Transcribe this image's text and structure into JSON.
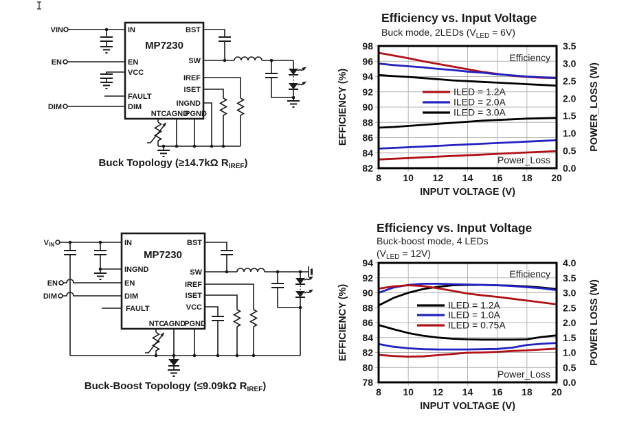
{
  "circuits": {
    "buck": {
      "ic_name": "MP7230",
      "pins_left": [
        "IN",
        "EN",
        "VCC",
        "FAULT",
        "DIM"
      ],
      "pins_right": [
        "BST",
        "SW",
        "IREF",
        "ISET",
        "INGND"
      ],
      "pins_bottom": [
        "NTC",
        "AGND",
        "PGND"
      ],
      "terminals": {
        "vin": "VIN",
        "en": "EN",
        "dim": "DIM"
      },
      "caption": {
        "pre": "Buck Topology (≥14.7kΩ R",
        "sub": "IREF",
        "post": ")"
      }
    },
    "buckboost": {
      "ic_name": "MP7230",
      "pins_left": [
        "IN",
        "INGND",
        "EN",
        "DIM",
        "FAULT"
      ],
      "pins_right": [
        "BST",
        "SW",
        "IREF",
        "ISET",
        "VCC"
      ],
      "pins_bottom": [
        "NTC",
        "AGND",
        "PGND"
      ],
      "terminals": {
        "vin_pre": "V",
        "vin_sub": "IN",
        "en": "EN",
        "dim": "DIM"
      },
      "caption": {
        "pre": "Buck-Boost Topology (≤9.09kΩ R",
        "sub": "IREF",
        "post": ")"
      }
    }
  },
  "chart_data": [
    {
      "type": "line",
      "title": "Efficiency vs. Input Voltage",
      "subtitle_parts": [
        [
          {
            "t": "Buck mode, 2LEDs (V"
          },
          {
            "t": "LED",
            "s": 1
          },
          {
            "t": " = 6V)"
          }
        ]
      ],
      "xlabel": "INPUT VOLTAGE (V)",
      "ylabel_left": "EFFICIENCY (%)",
      "ylabel_right": "POWER_LOSS (W)",
      "x_axis": {
        "min": 8,
        "max": 20,
        "ticks": [
          "8",
          "10",
          "12",
          "14",
          "16",
          "18",
          "20"
        ]
      },
      "y_left": {
        "min": 82,
        "max": 98,
        "ticks": [
          "98",
          "96",
          "94",
          "92",
          "90",
          "88",
          "86",
          "84",
          "82"
        ]
      },
      "y_right": {
        "min": 0,
        "max": 3.5,
        "ticks": [
          "3.5",
          "3.0",
          "2.5",
          "2.0",
          "1.5",
          "1.0",
          "0.5",
          "0.0"
        ]
      },
      "grid": true,
      "legend_position": "middle-left-inside",
      "legend": [
        {
          "label": "ILED = 1.2A",
          "color": "#b01116"
        },
        {
          "label": "ILED = 2.0A",
          "color": "#2222c2"
        },
        {
          "label": "ILED = 3.0A",
          "color": "#000000"
        }
      ],
      "plot_labels": {
        "efficiency": "Efficiency",
        "power_loss": "Power_Loss"
      },
      "x": [
        8,
        9,
        10,
        11,
        12,
        13,
        14,
        15,
        16,
        17,
        18,
        19,
        20
      ],
      "efficiency": {
        "axis": "left",
        "series": [
          {
            "name": "ILED = 1.2A",
            "color": "#b01116",
            "values": [
              97.1,
              96.75,
              96.4,
              96.0,
              95.65,
              95.3,
              94.95,
              94.6,
              94.35,
              94.1,
              93.95,
              93.85,
              93.8
            ]
          },
          {
            "name": "ILED = 2.0A",
            "color": "#2222c2",
            "values": [
              95.7,
              95.5,
              95.35,
              95.2,
              95.0,
              94.85,
              94.65,
              94.5,
              94.3,
              94.15,
              94.0,
              93.9,
              93.8
            ]
          },
          {
            "name": "ILED = 3.0A",
            "color": "#000000",
            "values": [
              94.2,
              94.05,
              93.95,
              93.8,
              93.65,
              93.5,
              93.4,
              93.3,
              93.2,
              93.1,
              93.0,
              92.9,
              92.8
            ]
          }
        ]
      },
      "power_loss": {
        "axis": "right",
        "series": [
          {
            "name": "ILED = 3.0A",
            "color": "#000000",
            "values": [
              1.16,
              1.18,
              1.21,
              1.24,
              1.27,
              1.3,
              1.33,
              1.36,
              1.38,
              1.4,
              1.42,
              1.43,
              1.44
            ]
          },
          {
            "name": "ILED = 2.0A",
            "color": "#2222c2",
            "values": [
              0.56,
              0.58,
              0.6,
              0.62,
              0.64,
              0.66,
              0.68,
              0.7,
              0.72,
              0.74,
              0.76,
              0.78,
              0.8
            ]
          },
          {
            "name": "ILED = 1.2A",
            "color": "#b01116",
            "values": [
              0.25,
              0.27,
              0.29,
              0.31,
              0.33,
              0.35,
              0.37,
              0.39,
              0.41,
              0.43,
              0.45,
              0.47,
              0.49
            ]
          }
        ]
      }
    },
    {
      "type": "line",
      "title": "Efficiency vs. Input Voltage",
      "subtitle_parts": [
        [
          {
            "t": "Buck-boost mode, 4 LEDs"
          }
        ],
        [
          {
            "t": "(V"
          },
          {
            "t": "LED",
            "s": 1
          },
          {
            "t": " = 12V)"
          }
        ]
      ],
      "xlabel": "INPUT VOLTAGE (V)",
      "ylabel_left": "EFFICIENCY (%)",
      "ylabel_right": "POWER LOSS (W)",
      "x_axis": {
        "min": 8,
        "max": 20,
        "ticks": [
          "8",
          "10",
          "12",
          "14",
          "16",
          "18",
          "20"
        ]
      },
      "y_left": {
        "min": 78,
        "max": 94,
        "ticks": [
          "94",
          "92",
          "90",
          "88",
          "86",
          "84",
          "82",
          "80",
          "78"
        ]
      },
      "y_right": {
        "min": 0,
        "max": 4.0,
        "ticks": [
          "4.0",
          "3.5",
          "3.0",
          "2.5",
          "2.0",
          "1.5",
          "1.0",
          "0.5",
          "0.0"
        ]
      },
      "grid": true,
      "legend_position": "middle-left-inside",
      "legend": [
        {
          "label": "ILED = 1.2A",
          "color": "#000000"
        },
        {
          "label": "ILED = 1.0A",
          "color": "#2222c2"
        },
        {
          "label": "ILED = 0.75A",
          "color": "#b01116"
        }
      ],
      "plot_labels": {
        "efficiency": "Efficiency",
        "power_loss": "Power_Loss"
      },
      "x": [
        8,
        9,
        10,
        11,
        12,
        13,
        14,
        15,
        16,
        17,
        18,
        19,
        20
      ],
      "efficiency": {
        "axis": "left",
        "series": [
          {
            "name": "ILED = 1.2A",
            "color": "#000000",
            "values": [
              88.3,
              89.3,
              90.0,
              90.5,
              90.8,
              91.0,
              91.05,
              91.05,
              91.0,
              90.95,
              90.85,
              90.7,
              90.5
            ]
          },
          {
            "name": "ILED = 1.0A",
            "color": "#2222c2",
            "values": [
              90.0,
              90.7,
              91.05,
              91.2,
              91.2,
              91.15,
              91.1,
              91.05,
              91.0,
              90.9,
              90.75,
              90.6,
              90.35
            ]
          },
          {
            "name": "ILED = 0.75A",
            "color": "#b01116",
            "values": [
              90.55,
              90.85,
              91.0,
              90.9,
              90.6,
              90.25,
              89.9,
              89.65,
              89.45,
              89.2,
              88.95,
              88.7,
              88.45
            ]
          }
        ]
      },
      "power_loss": {
        "axis": "right",
        "series": [
          {
            "name": "ILED = 1.2A",
            "color": "#000000",
            "values": [
              1.92,
              1.78,
              1.65,
              1.56,
              1.5,
              1.46,
              1.44,
              1.43,
              1.43,
              1.43,
              1.44,
              1.52,
              1.57
            ]
          },
          {
            "name": "ILED = 1.0A",
            "color": "#2222c2",
            "values": [
              1.28,
              1.19,
              1.14,
              1.11,
              1.1,
              1.1,
              1.1,
              1.11,
              1.12,
              1.16,
              1.25,
              1.29,
              1.32
            ]
          },
          {
            "name": "ILED = 0.75A",
            "color": "#b01116",
            "values": [
              0.92,
              0.88,
              0.86,
              0.87,
              0.91,
              0.95,
              0.99,
              1.0,
              1.02,
              1.05,
              1.07,
              1.1,
              1.13
            ]
          }
        ]
      }
    }
  ]
}
